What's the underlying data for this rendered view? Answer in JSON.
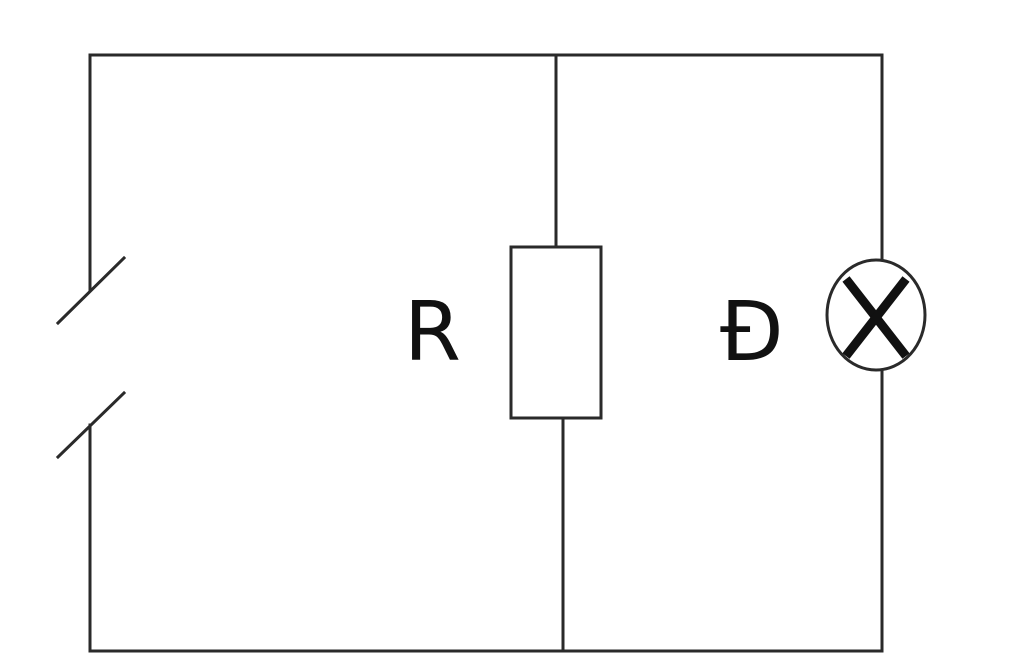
{
  "diagram": {
    "resistor_label": "R",
    "lamp_label": "Đ",
    "colors": {
      "wire": "#2a2a2a",
      "background": "#ffffff"
    },
    "components": [
      {
        "type": "switch",
        "state": "open"
      },
      {
        "type": "resistor",
        "label": "R"
      },
      {
        "type": "lamp",
        "label": "Đ"
      }
    ]
  }
}
